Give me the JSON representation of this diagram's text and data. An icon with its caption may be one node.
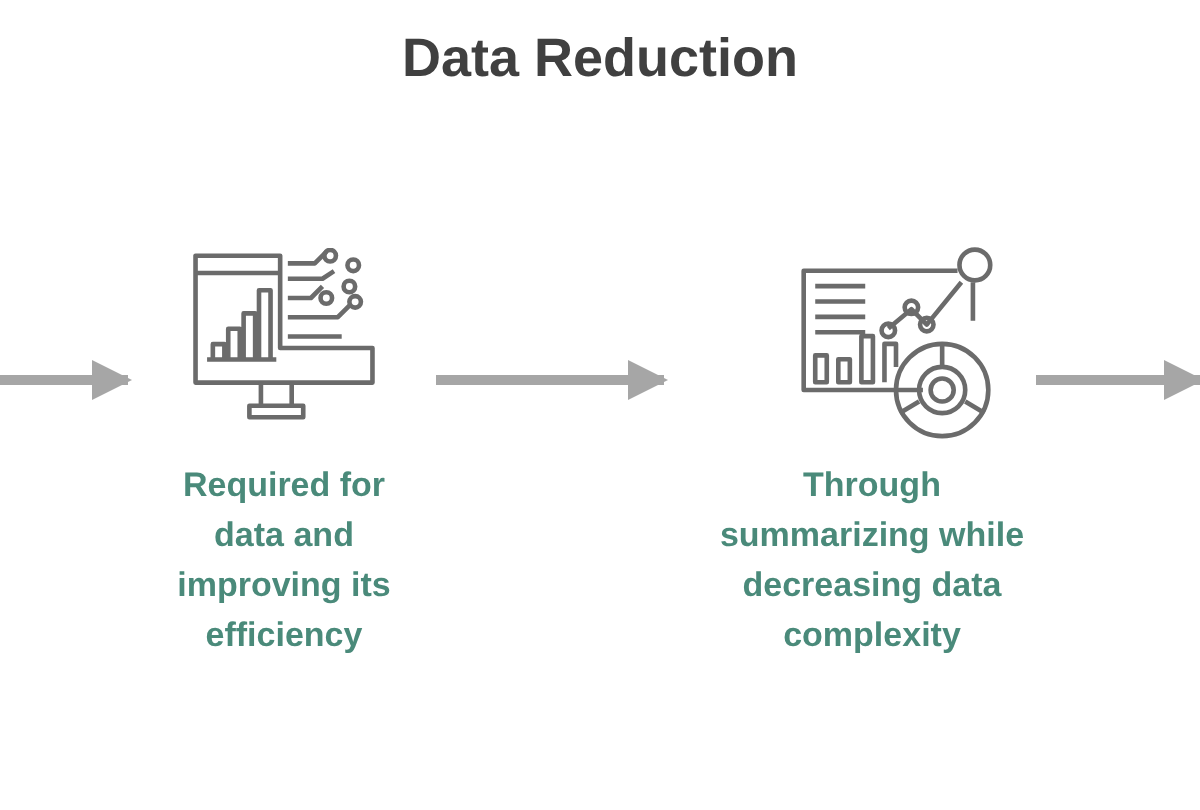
{
  "diagram": {
    "title": "Data Reduction",
    "nodes": [
      {
        "text": [],
        "shape": "picture",
        "beside": [
          "Required for data and improving its efficiency"
        ]
      },
      {
        "text": [],
        "shape": "picture",
        "beside": [
          "Through summarizing while decreasing data complexity"
        ]
      }
    ],
    "edges": [
      {
        "from": null,
        "to": 0,
        "arrow": "to"
      },
      {
        "from": 0,
        "to": 1,
        "arrow": "to"
      },
      {
        "from": 1,
        "to": null,
        "arrow": "to"
      }
    ]
  }
}
